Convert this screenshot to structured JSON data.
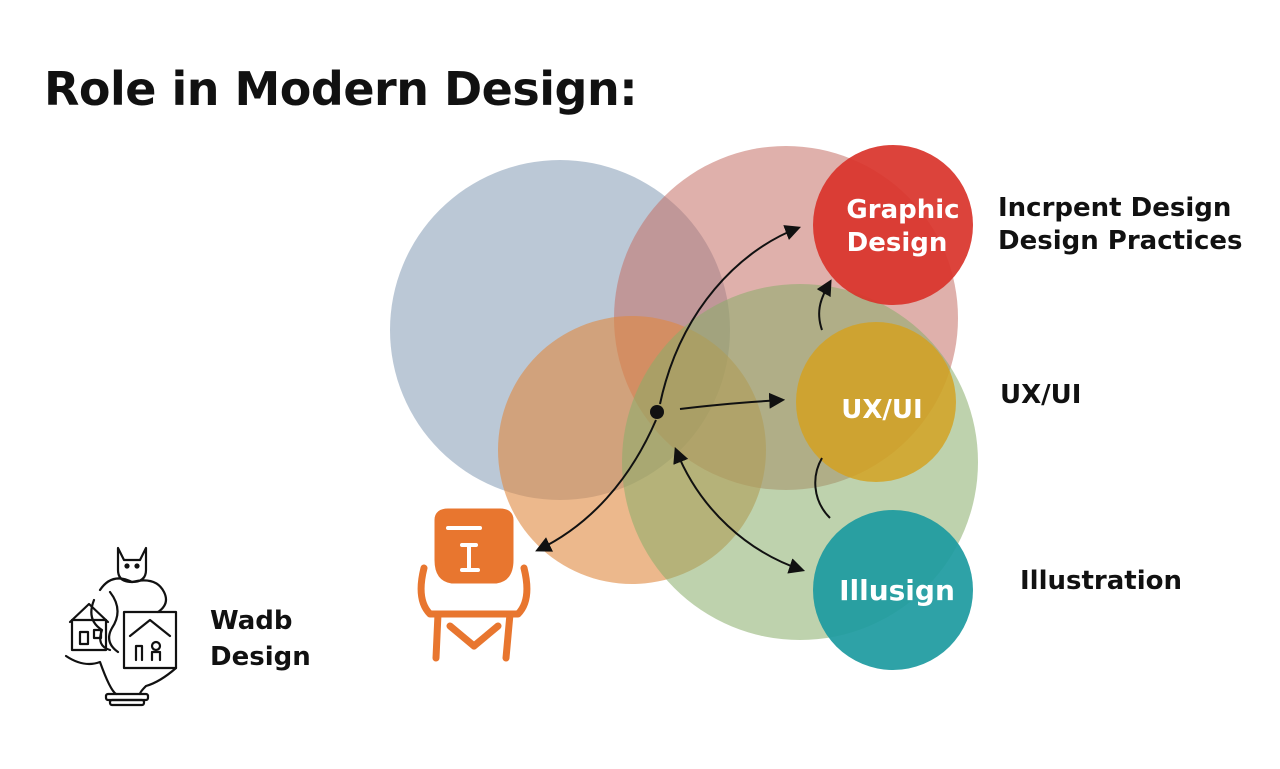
{
  "page": {
    "title": "Role in Modern Design:"
  },
  "circles": {
    "graphic": {
      "lines": [
        "Graphic",
        "Design"
      ],
      "color": "#d9332a"
    },
    "uxui": {
      "lines": [
        "UX/UI"
      ],
      "color": "#d4a11e"
    },
    "illusign": {
      "lines": [
        "Illusign"
      ],
      "color": "#1c9aa0"
    }
  },
  "labels": {
    "graphic": {
      "line1": "Incrpent Design",
      "line2": "Design Practices"
    },
    "uxui": {
      "text": "UX/UI"
    },
    "illustration": {
      "text": "Illustration"
    },
    "web": {
      "line1": "Wadb",
      "line2": "Design"
    }
  },
  "background_colors": {
    "blue": "#9eb0c4",
    "pink": "#d49a93",
    "orange": "#e39a5a",
    "green": "#9fbe82",
    "chair": "#e8762f"
  },
  "icons": {
    "chair": "chair-icon",
    "web": "web-design-illustration-icon",
    "hub": "hub-dot-icon"
  }
}
